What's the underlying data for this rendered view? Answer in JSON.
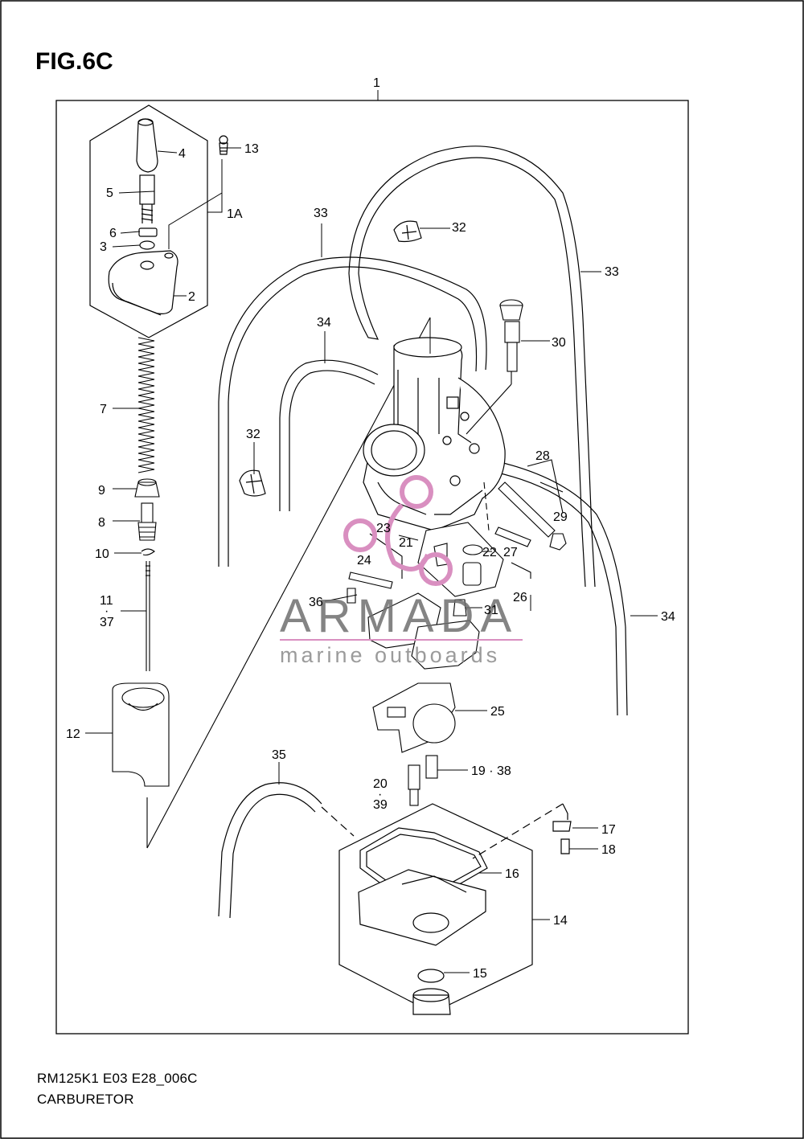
{
  "figure": {
    "title": "FIG.6C",
    "model_code": "RM125K1 E03 E28_006C",
    "caption": "CARBURETOR"
  },
  "watermark": {
    "brand": "ARMADA",
    "tagline": "marine outboards",
    "accent_color": "#d98fc0"
  },
  "labels": {
    "l1": "1",
    "l1a": "1A",
    "l2": "2",
    "l3": "3",
    "l4": "4",
    "l5": "5",
    "l6": "6",
    "l7": "7",
    "l8": "8",
    "l9": "9",
    "l10": "10",
    "l11": "11",
    "l11dot": "·",
    "l37": "37",
    "l12": "12",
    "l13": "13",
    "l14": "14",
    "l15": "15",
    "l16": "16",
    "l17": "17",
    "l18": "18",
    "l19_38": "19 · 38",
    "l20": "20",
    "l20dot": "·",
    "l39": "39",
    "l21": "21",
    "l22": "22",
    "l23": "23",
    "l24": "24",
    "l25": "25",
    "l26": "26",
    "l27": "27",
    "l28": "28",
    "l29": "29",
    "l30": "30",
    "l31": "31",
    "l32a": "32",
    "l32b": "32",
    "l33a": "33",
    "l33b": "33",
    "l34a": "34",
    "l34b": "34",
    "l35": "35",
    "l36": "36"
  }
}
